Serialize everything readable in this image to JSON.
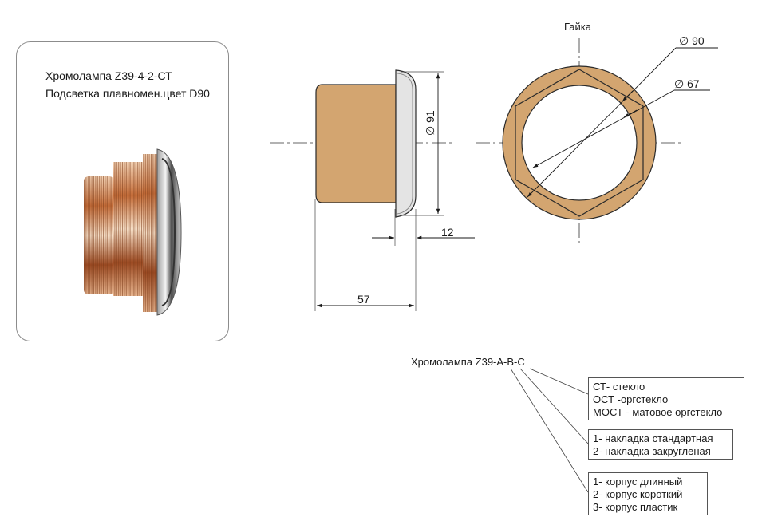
{
  "card": {
    "title_line1": "Хромолампа Z39-4-2-СТ",
    "title_line2": "Подсветка плавномен.цвет D90"
  },
  "side_view": {
    "dim_diameter": "∅ 91",
    "dim_flange": "12",
    "dim_length": "57"
  },
  "front_view": {
    "label_nut": "Гайка",
    "dim_outer": "∅ 90",
    "dim_inner": "∅ 67"
  },
  "code": {
    "header": "Хромолампа Z39-A-B-C",
    "box_c": [
      "СТ- стекло",
      "ОСТ -оргстекло",
      "МОСТ - матовое оргстекло"
    ],
    "box_b": [
      "1- накладка стандартная",
      "2- накладка закругленая"
    ],
    "box_a": [
      "1- корпус длинный",
      "2- корпус короткий",
      "3- корпус пластик"
    ]
  },
  "colors": {
    "body_fill": "#d3a570",
    "cap_fill": "#e4e4e4",
    "outline": "#2a2a2a"
  }
}
